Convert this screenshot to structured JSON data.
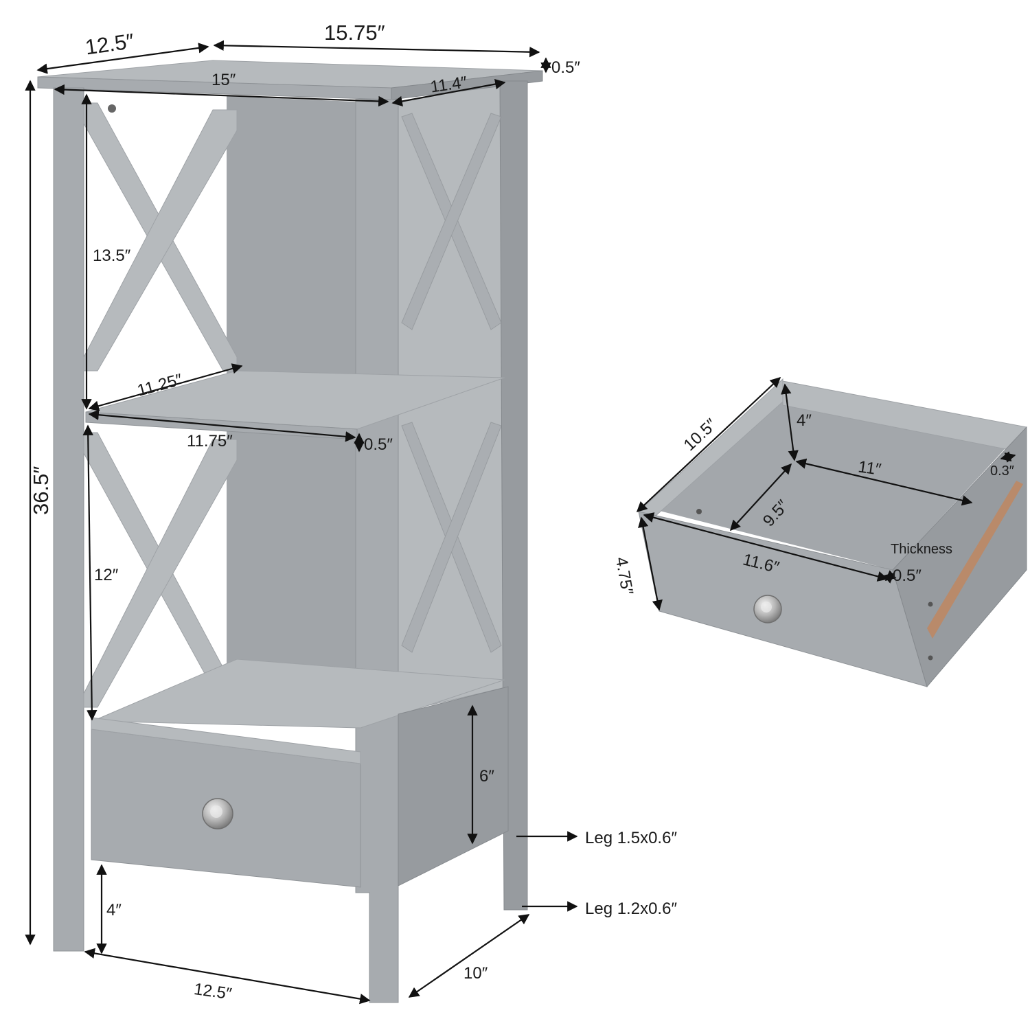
{
  "shelf": {
    "top_depth": "12.5″",
    "top_width": "15.75″",
    "top_thickness": "0.5″",
    "inner_width_top": "15″",
    "inner_depth_top": "11.4″",
    "total_height": "36.5″",
    "upper_compartment_height": "13.5″",
    "shelf_depth": "11.25″",
    "shelf_width": "11.75″",
    "shelf_thickness": "0.5″",
    "lower_compartment_height": "12″",
    "drawer_height": "6″",
    "leg_height": "4″",
    "base_width": "12.5″",
    "base_depth": "10″",
    "leg_upper": "Leg 1.5x0.6″",
    "leg_lower": "Leg 1.2x0.6″"
  },
  "drawer": {
    "outer_depth": "10.5″",
    "inner_height": "4″",
    "inner_width": "11″",
    "side_thickness": "0.3″",
    "inner_depth": "9.5″",
    "outer_height": "4.75″",
    "front_width": "11.6″",
    "thickness_label": "Thickness",
    "front_thickness": "0.5″"
  },
  "colors": {
    "furniture": "#a7abaf",
    "lines": "#111111",
    "edge": "#b98a6a"
  },
  "icons": [
    "knob-icon",
    "arrow-right-icon"
  ]
}
